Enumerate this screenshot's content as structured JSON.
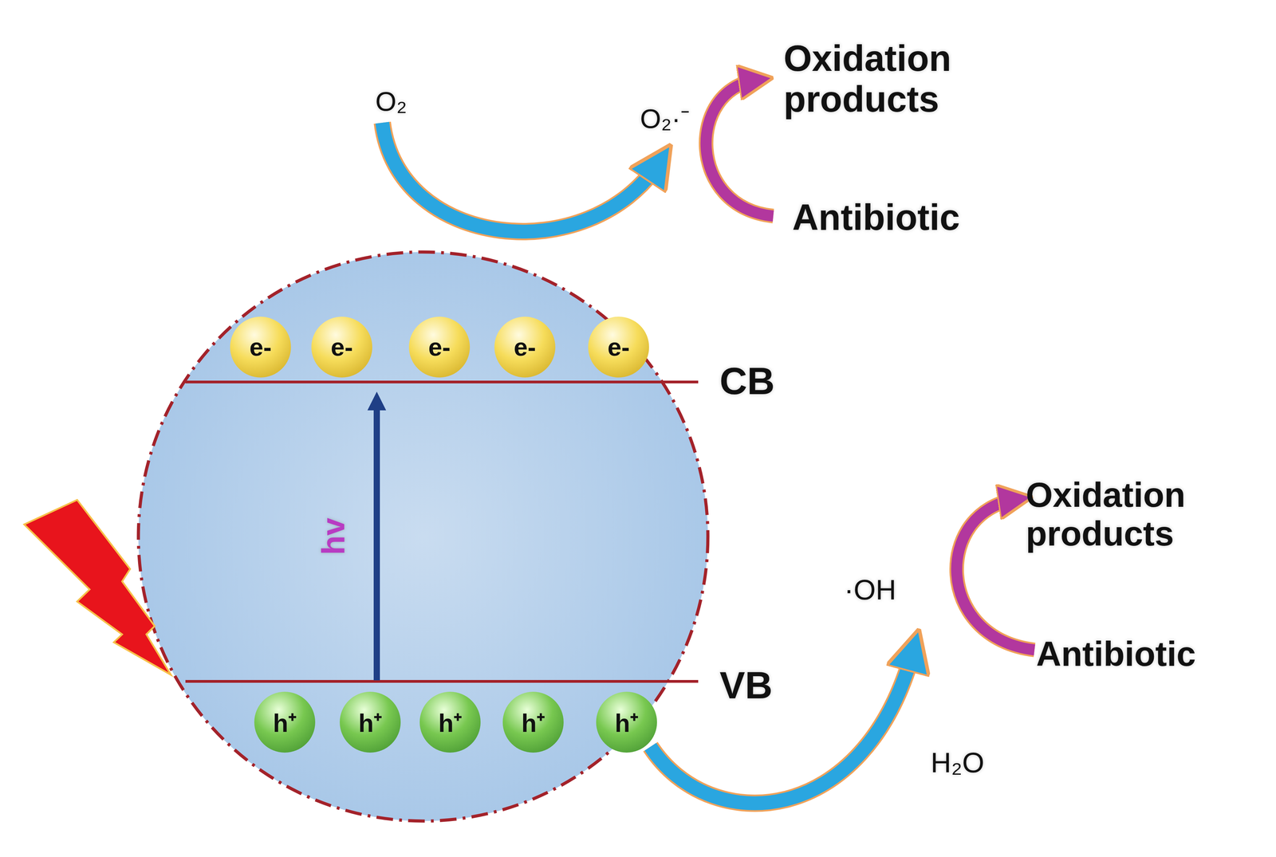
{
  "diagram": {
    "nodes": [
      {
        "text": [
          "e-"
        ]
      },
      {
        "text": [
          "e-"
        ]
      },
      {
        "text": [
          "e-"
        ]
      },
      {
        "text": [
          "e-"
        ]
      },
      {
        "text": [
          "e-"
        ]
      },
      {
        "text": [
          "h⁺"
        ]
      },
      {
        "text": [
          "h⁺"
        ]
      },
      {
        "text": [
          "h⁺"
        ]
      },
      {
        "text": [
          "h⁺"
        ]
      },
      {
        "text": [
          "h⁺"
        ]
      }
    ],
    "labels": [
      "O₂",
      "O₂·⁻",
      "Oxidation products",
      "Antibiotic",
      "CB",
      "hv",
      "VB",
      "·OH",
      "Oxidation products",
      "Antibiotic",
      "H₂O"
    ]
  }
}
